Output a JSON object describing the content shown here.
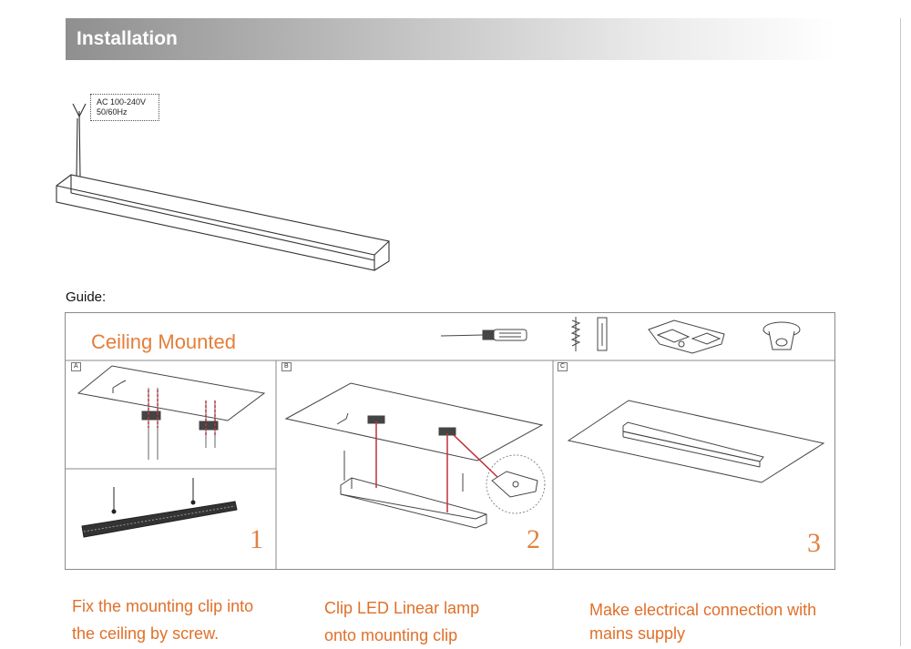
{
  "header": {
    "title": "Installation"
  },
  "voltage_label": {
    "line1": "AC 100-240V",
    "line2": "50/60Hz"
  },
  "guide": {
    "label": "Guide:",
    "title": "Ceiling Mounted",
    "tools": [
      "screwdriver-icon",
      "screw-and-anchor-icon",
      "mounting-clip-icon",
      "ceiling-cup-icon"
    ],
    "panels": [
      {
        "letter": "A",
        "number": "1"
      },
      {
        "letter": "B",
        "number": "2"
      },
      {
        "letter": "C",
        "number": "3"
      }
    ]
  },
  "captions": [
    {
      "line1": "Fix the mounting clip into",
      "line2": "the ceiling by screw."
    },
    {
      "line1": "Clip LED Linear lamp",
      "line2": "onto mounting clip"
    },
    {
      "line1": "Make electrical connection with",
      "line2": "mains supply"
    }
  ],
  "colors": {
    "accent": "#e0823f",
    "guide_title": "#e37e3a",
    "wire": "#c0303a"
  }
}
